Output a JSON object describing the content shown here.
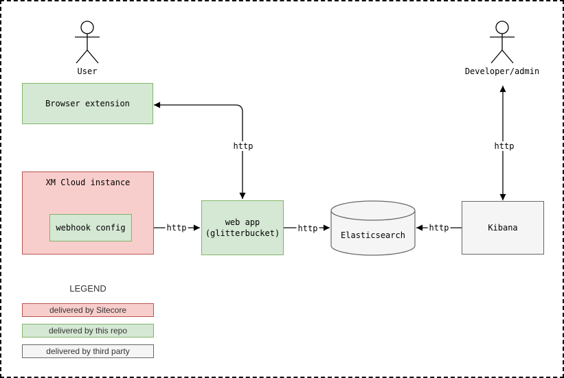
{
  "colors": {
    "delivered_by_repo_fill": "#d5e8d4",
    "delivered_by_repo_border": "#82b366",
    "delivered_by_sitecore_fill": "#f8cecc",
    "delivered_by_sitecore_border": "#b85450",
    "delivered_by_third_party_fill": "#f5f5f5",
    "delivered_by_third_party_border": "#666666"
  },
  "actors": [
    {
      "label": "User"
    },
    {
      "label": "Developer/admin"
    }
  ],
  "nodes": {
    "browser_extension": {
      "label": "Browser extension"
    },
    "xm_cloud": {
      "label": "XM Cloud instance"
    },
    "webhook_config": {
      "label": "webhook config"
    },
    "web_app": {
      "line1": "web app",
      "line2": "(glitterbucket)"
    },
    "elasticsearch": {
      "label": "Elasticsearch"
    },
    "kibana": {
      "label": "Kibana"
    }
  },
  "edges": {
    "webapp_browser_extension": {
      "label": "http"
    },
    "webhook_to_webapp": {
      "label": "http"
    },
    "webapp_to_elasticsearch": {
      "label": "http"
    },
    "kibana_to_elasticsearch": {
      "label": "http"
    },
    "kibana_developer": {
      "label": "http"
    }
  },
  "legend": {
    "title": "LEGEND",
    "items": [
      {
        "label": "delivered by Sitecore",
        "fill": "#f8cecc",
        "border": "#b85450"
      },
      {
        "label": "delivered by this repo",
        "fill": "#d5e8d4",
        "border": "#82b366"
      },
      {
        "label": "delivered by third party",
        "fill": "#f5f5f5",
        "border": "#666666"
      }
    ]
  }
}
